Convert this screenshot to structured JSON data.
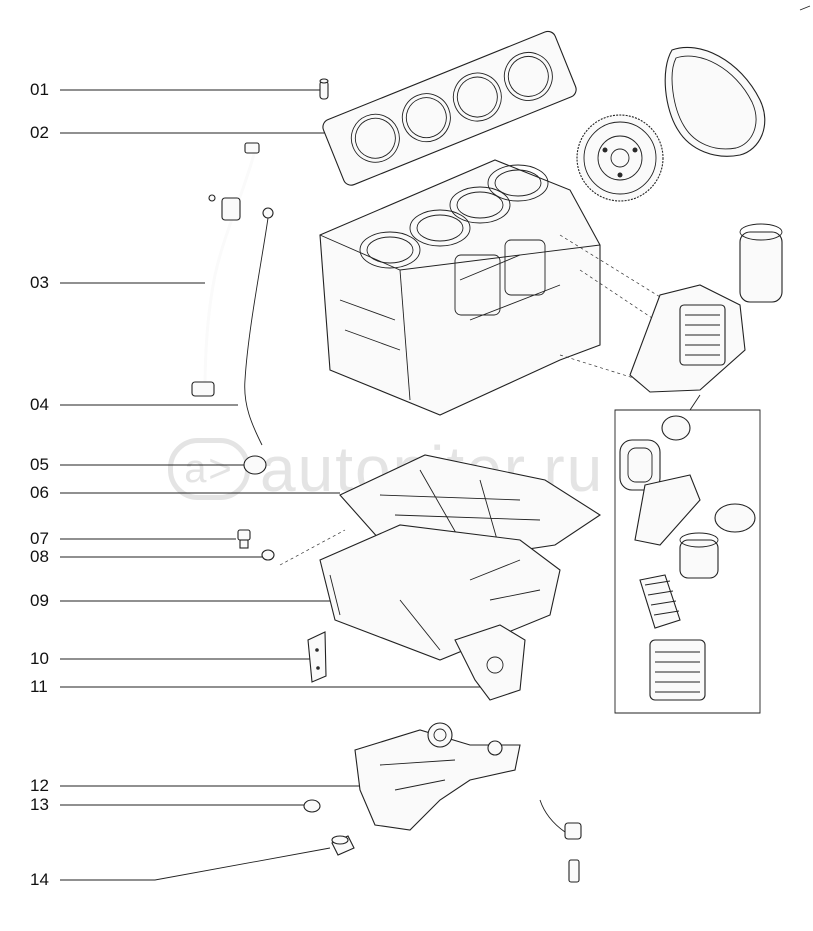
{
  "callouts": [
    {
      "id": "01",
      "label": "01"
    },
    {
      "id": "02",
      "label": "02"
    },
    {
      "id": "03",
      "label": "03"
    },
    {
      "id": "04",
      "label": "04"
    },
    {
      "id": "05",
      "label": "05"
    },
    {
      "id": "06",
      "label": "06"
    },
    {
      "id": "07",
      "label": "07"
    },
    {
      "id": "08",
      "label": "08"
    },
    {
      "id": "09",
      "label": "09"
    },
    {
      "id": "10",
      "label": "10"
    },
    {
      "id": "11",
      "label": "11"
    },
    {
      "id": "12",
      "label": "12"
    },
    {
      "id": "13",
      "label": "13"
    },
    {
      "id": "14",
      "label": "14"
    }
  ],
  "watermark": {
    "logo_text": "a>",
    "text": "autopiter.ru"
  },
  "colors": {
    "line": "#222222",
    "watermark": "#e4e4e4",
    "background": "#ffffff"
  }
}
